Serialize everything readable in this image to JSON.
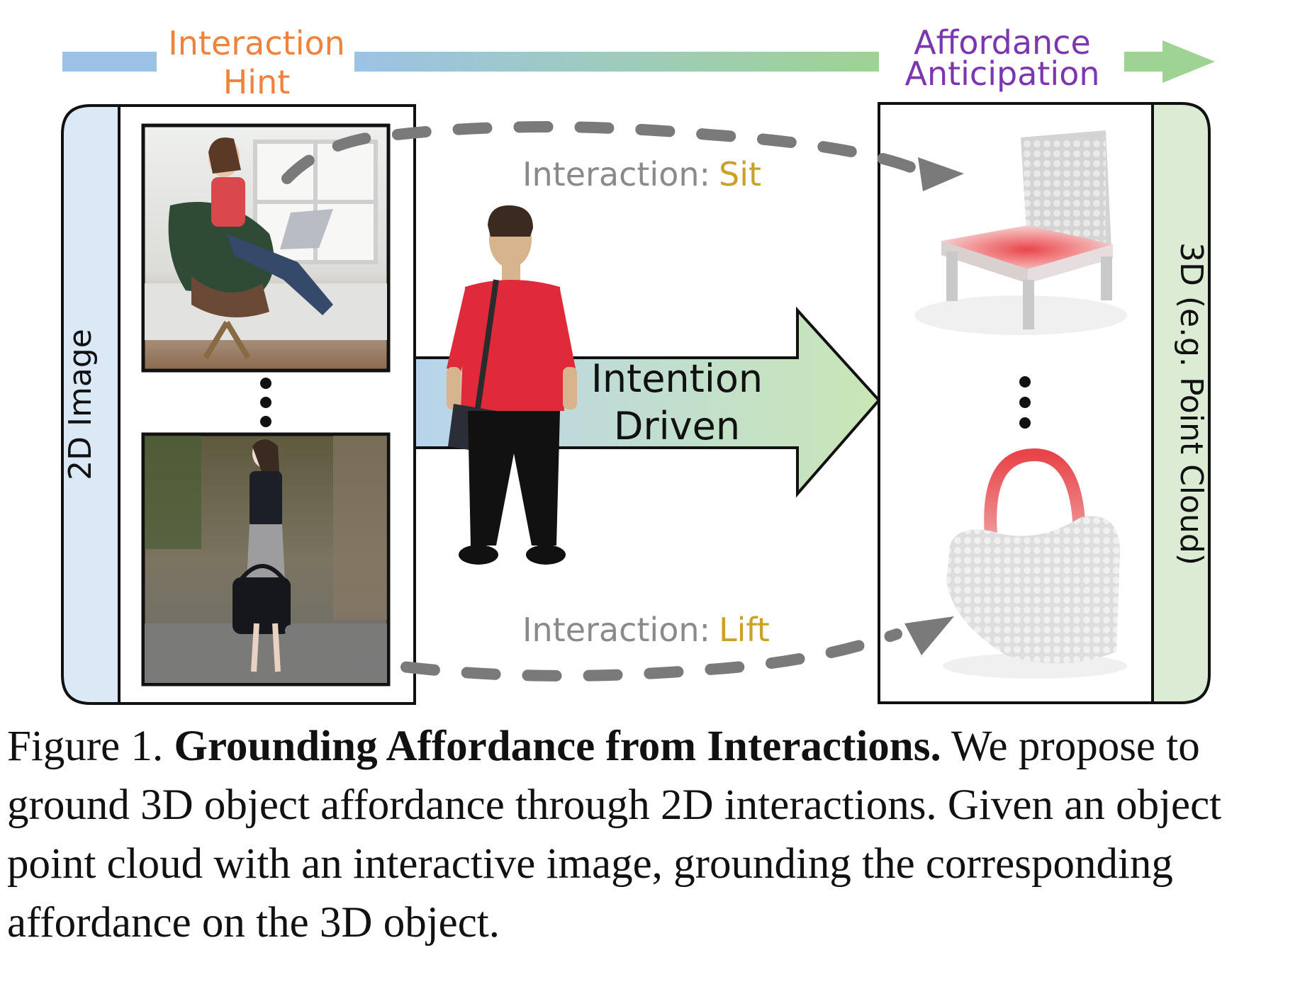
{
  "header": {
    "left_label_line1": "Interaction",
    "left_label_line2": "Hint",
    "right_label_line1": "Affordance",
    "right_label_line2": "Anticipation"
  },
  "left_panel": {
    "vertical_label": "2D Image"
  },
  "right_panel": {
    "vertical_label": "3D (e.g. Point Cloud)"
  },
  "center_arrow": {
    "line1": "Intention",
    "line2": "Driven"
  },
  "interactions": {
    "top": {
      "prefix": "Interaction:",
      "verb": "Sit"
    },
    "bottom": {
      "prefix": "Interaction:",
      "verb": "Lift"
    }
  },
  "caption": {
    "label": "Figure 1.",
    "title": "Grounding Affordance from Interactions.",
    "body": "We propose to ground 3D object affordance through 2D interactions. Given an object point cloud with an interactive image, grounding the corresponding affordance on the 3D object."
  },
  "colors": {
    "interaction_hint": "#f0823c",
    "affordance_anticipation": "#7b36b0",
    "verb": "#c9a227",
    "interaction_gray": "#8a8a8a",
    "left_band": "#dbe8f5",
    "right_band": "#dcebd3",
    "arrow_start": "#b8d4ec",
    "arrow_end": "#c9e6b6",
    "affordance_red": "#e8454a"
  },
  "icons": [
    "photo-person-sitting",
    "photo-person-holding-bag",
    "person-silhouette",
    "chair-point-cloud",
    "bag-point-cloud"
  ]
}
